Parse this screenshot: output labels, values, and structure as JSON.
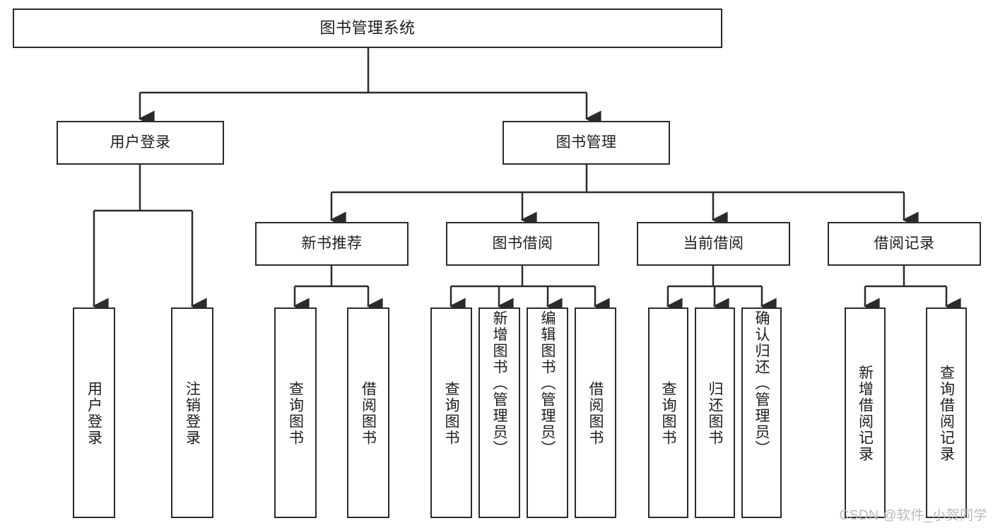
{
  "diagram": {
    "title": "图书管理系统",
    "type": "functional-structure-tree",
    "colors": {
      "box_border": "#2b2b2b",
      "box_fill": "#ffffff",
      "connector": "#2b2b2b",
      "text": "#1d1d1d",
      "watermark": "#b9b9b9",
      "background": "#ffffff"
    },
    "root": {
      "label": "图书管理系统"
    },
    "level2": [
      {
        "label": "用户登录"
      },
      {
        "label": "图书管理"
      }
    ],
    "level3": [
      {
        "label": "新书推荐"
      },
      {
        "label": "图书借阅"
      },
      {
        "label": "当前借阅"
      },
      {
        "label": "借阅记录"
      }
    ],
    "leaves": {
      "user_login": [
        {
          "label": "用户登录"
        },
        {
          "label": "注销登录"
        }
      ],
      "new_book_recommend": [
        {
          "label": "查询图书"
        },
        {
          "label": "借阅图书"
        }
      ],
      "book_borrow": [
        {
          "label": "查询图书"
        },
        {
          "label": "新增图书（管理员）"
        },
        {
          "label": "编辑图书（管理员）"
        },
        {
          "label": "借阅图书"
        }
      ],
      "current_borrow": [
        {
          "label": "查询图书"
        },
        {
          "label": "归还图书"
        },
        {
          "label": "确认归还（管理员）"
        }
      ],
      "borrow_record": [
        {
          "label": "新增借阅记录"
        },
        {
          "label": "查询借阅记录"
        }
      ]
    },
    "watermark": "CSDN @软件_小贺同学"
  }
}
